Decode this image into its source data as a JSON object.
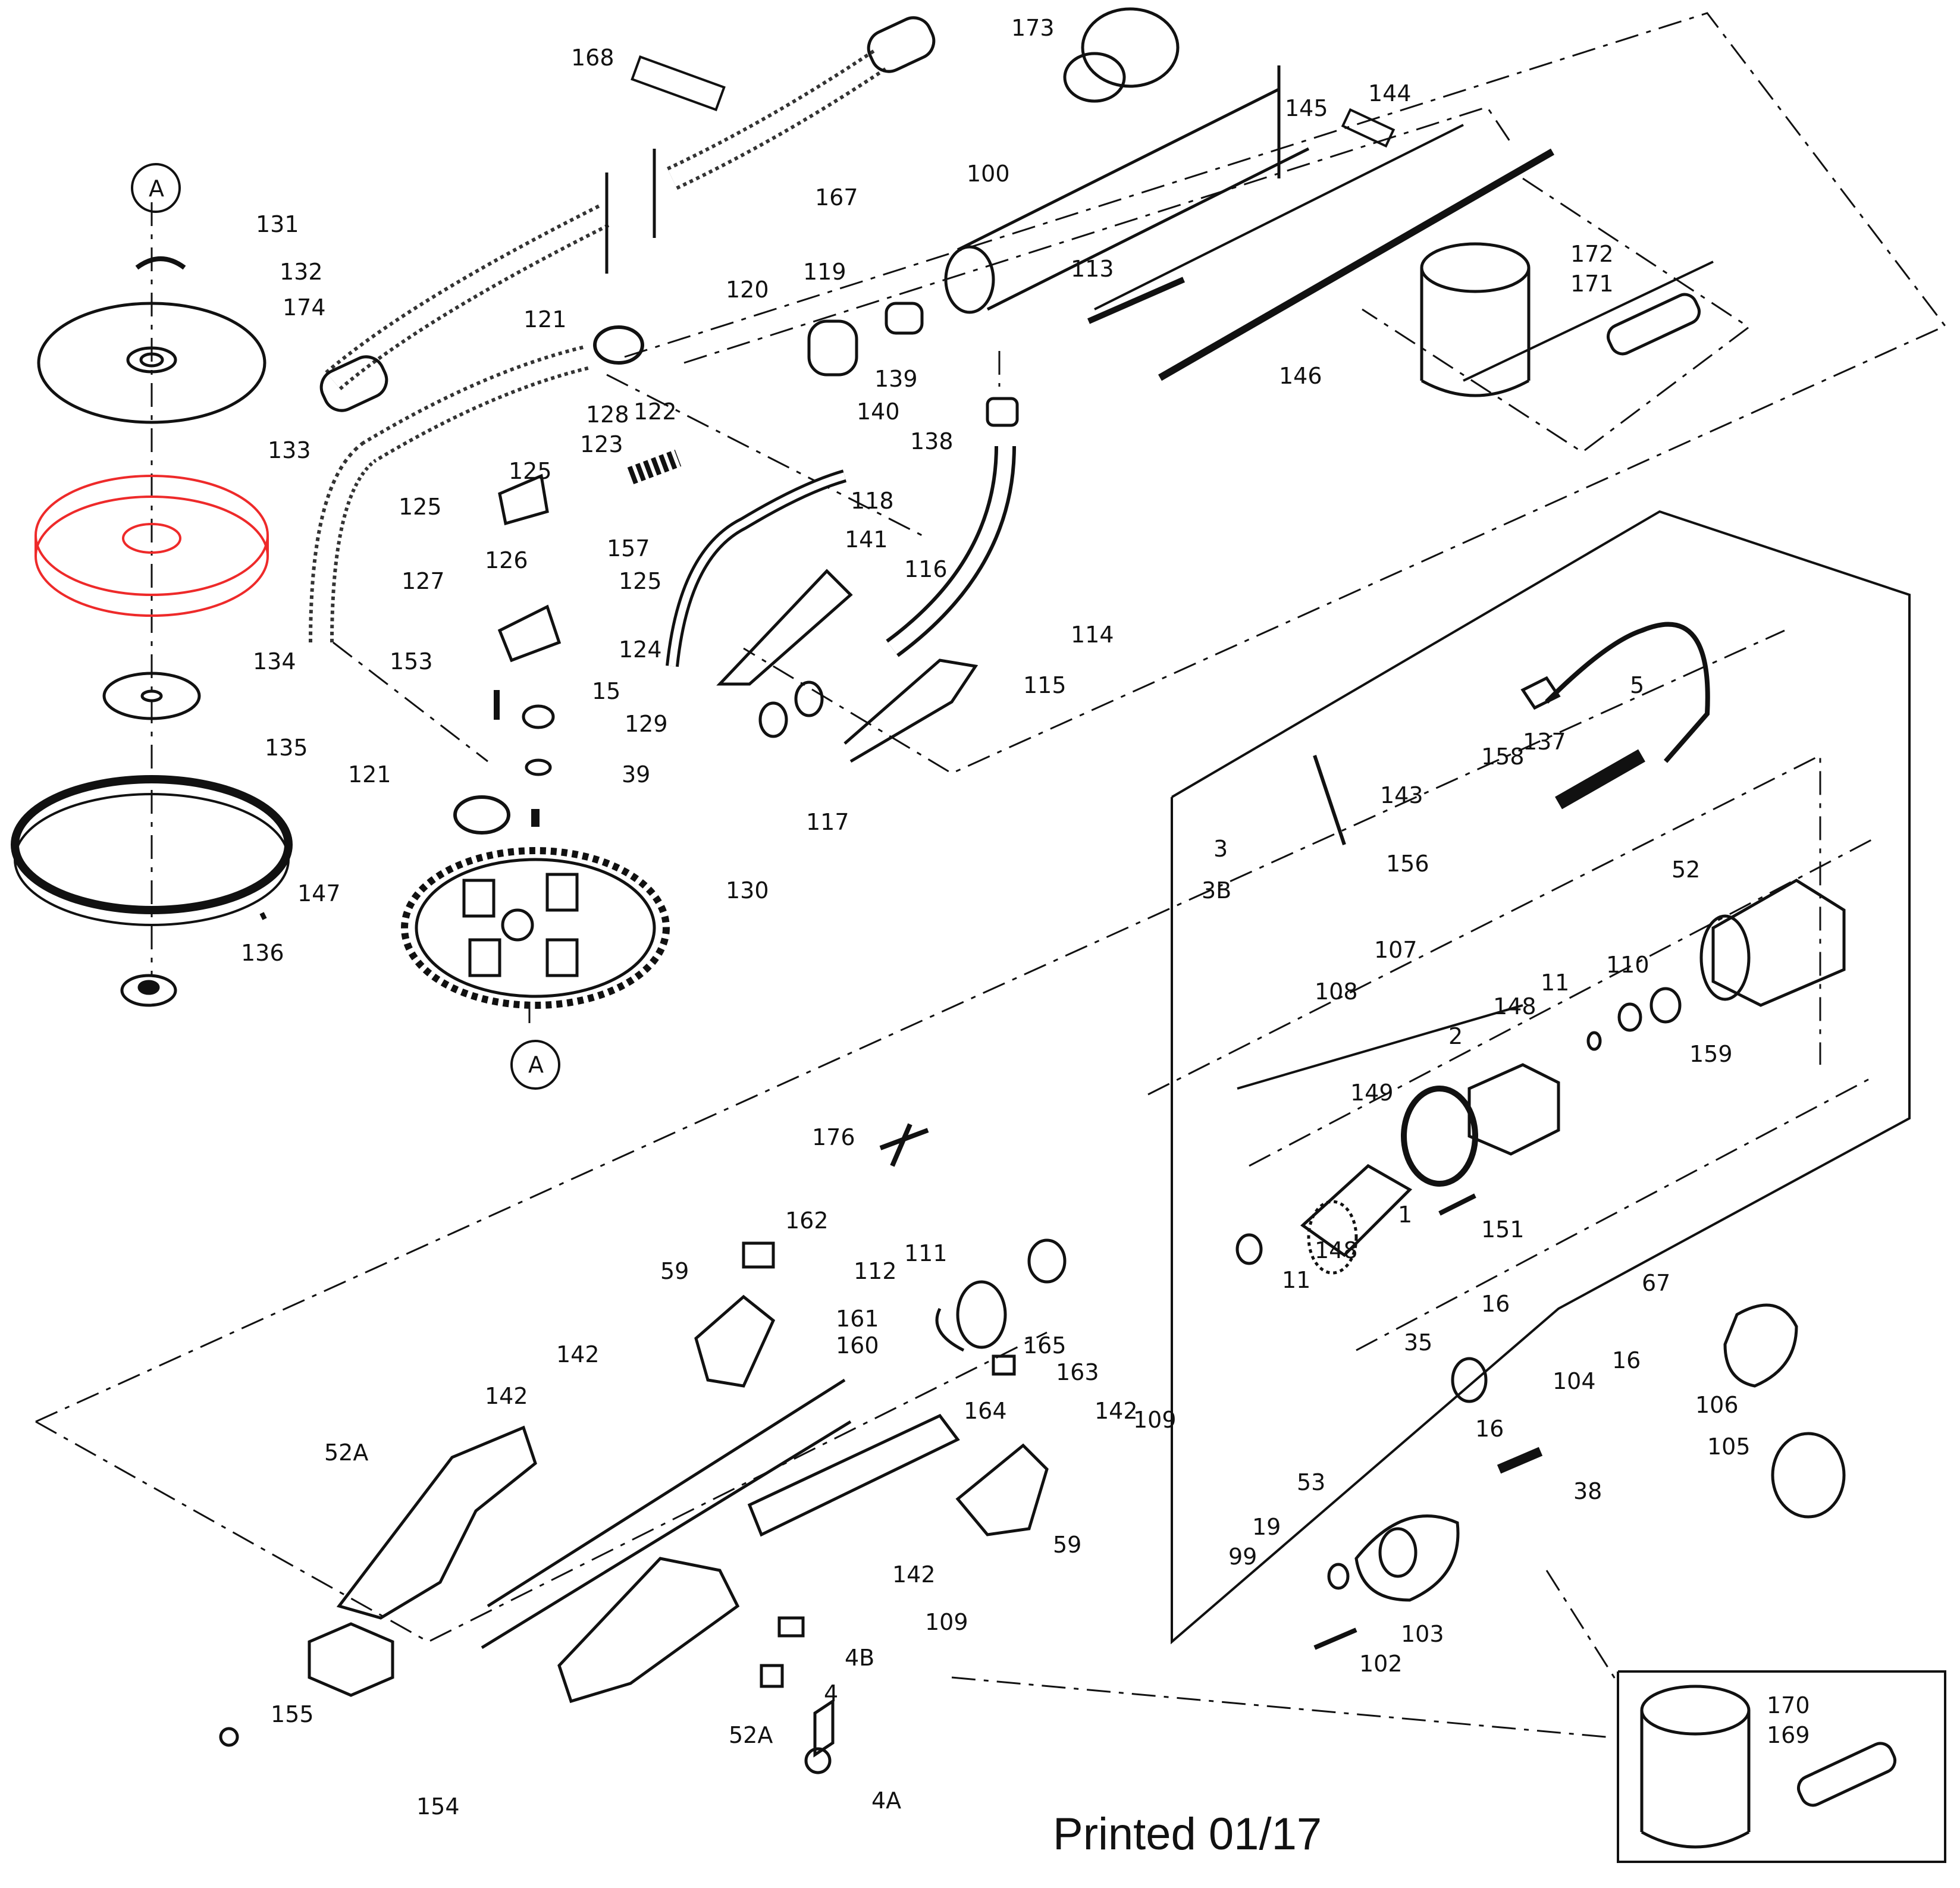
{
  "footer": "Printed 01/17",
  "highlight_color": "#ee2a2a",
  "highlighted_part": "133",
  "callouts": [
    "131",
    "132",
    "174",
    "133",
    "134",
    "135",
    "147",
    "136",
    "A",
    "168",
    "167",
    "173",
    "100",
    "145",
    "144",
    "113",
    "146",
    "172",
    "171",
    "121",
    "120",
    "119",
    "139",
    "140",
    "128",
    "122",
    "123",
    "118",
    "138",
    "125",
    "125",
    "126",
    "157",
    "125",
    "127",
    "141",
    "116",
    "114",
    "115",
    "153",
    "124",
    "15",
    "129",
    "39",
    "117",
    "121",
    "130",
    "A",
    "5",
    "158",
    "137",
    "143",
    "156",
    "3",
    "3B",
    "107",
    "108",
    "52",
    "110",
    "11",
    "148",
    "2",
    "159",
    "149",
    "1",
    "151",
    "148",
    "11",
    "67",
    "16",
    "35",
    "104",
    "16",
    "16",
    "105",
    "106",
    "38",
    "53",
    "19",
    "99",
    "103",
    "102",
    "176",
    "162",
    "59",
    "112",
    "111",
    "161",
    "160",
    "165",
    "163",
    "142",
    "52A",
    "142",
    "164",
    "142",
    "109",
    "59",
    "142",
    "109",
    "4B",
    "4",
    "4A",
    "52A",
    "155",
    "154",
    "170",
    "169"
  ]
}
